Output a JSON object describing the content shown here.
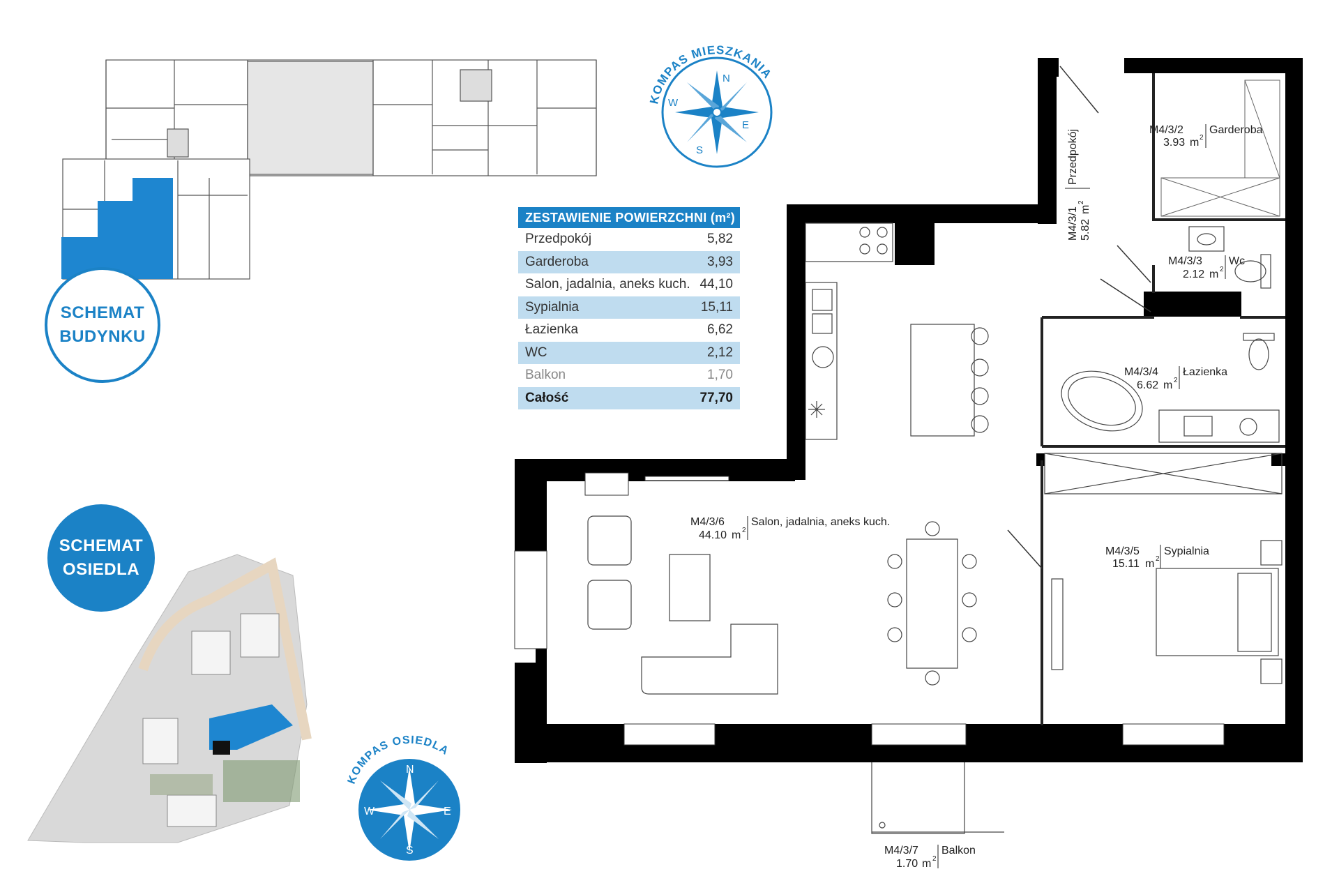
{
  "areas_table": {
    "title": "ZESTAWIENIE POWIERZCHNI (m²)",
    "rows": [
      {
        "name": "Przedpokój",
        "value": "5,82"
      },
      {
        "name": "Garderoba",
        "value": "3,93"
      },
      {
        "name": "Salon, jadalnia, aneks kuch.",
        "value": "44,10"
      },
      {
        "name": "Sypialnia",
        "value": "15,11"
      },
      {
        "name": "Łazienka",
        "value": "6,62"
      },
      {
        "name": "WC",
        "value": "2,12"
      },
      {
        "name": "Balkon",
        "value": "1,70"
      }
    ],
    "total": {
      "name": "Całość",
      "value": "77,70"
    }
  },
  "building_scheme": {
    "line1": "SCHEMAT",
    "line2": "BUDYNKU"
  },
  "estate_scheme": {
    "line1": "SCHEMAT",
    "line2": "OSIEDLA"
  },
  "compass_apartment": {
    "title": "KOMPAS MIESZKANIA",
    "n": "N",
    "e": "E",
    "s": "S",
    "w": "W"
  },
  "compass_estate": {
    "title": "KOMPAS OSIEDLA",
    "n": "N",
    "e": "E",
    "s": "S",
    "w": "W"
  },
  "rooms": {
    "przedpokoj": {
      "code": "M4/3/1",
      "area": "5.82",
      "unit": "m",
      "sup": "2",
      "name": "Przedpokój"
    },
    "garderoba": {
      "code": "M4/3/2",
      "area": "3.93",
      "unit": "m",
      "sup": "2",
      "name": "Garderoba"
    },
    "wc": {
      "code": "M4/3/3",
      "area": "2.12",
      "unit": "m",
      "sup": "2",
      "name": "Wc"
    },
    "lazienka": {
      "code": "M4/3/4",
      "area": "6.62",
      "unit": "m",
      "sup": "2",
      "name": "Łazienka"
    },
    "sypialnia": {
      "code": "M4/3/5",
      "area": "15.11",
      "unit": "m",
      "sup": "2",
      "name": "Sypialnia"
    },
    "salon": {
      "code": "M4/3/6",
      "area": "44.10",
      "unit": "m",
      "sup": "2",
      "name": "Salon, jadalnia, aneks kuch."
    },
    "balkon": {
      "code": "M4/3/7",
      "area": "1.70",
      "unit": "m",
      "sup": "2",
      "name": "Balkon"
    }
  },
  "colors": {
    "accent": "#1b82c6",
    "highlight": "#1e86d0",
    "table_alt": "#bfdcef",
    "wall": "#000000"
  }
}
